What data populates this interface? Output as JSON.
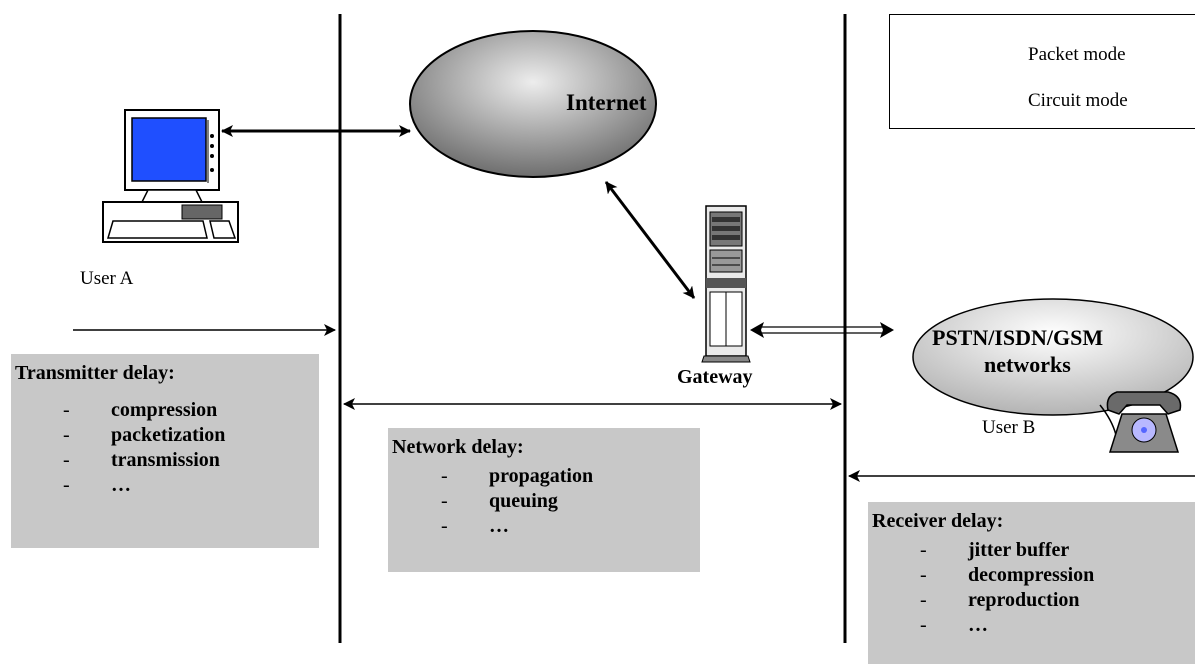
{
  "title": "",
  "nodes": {
    "internet": "Internet",
    "user_a": "User A",
    "gateway": "Gateway",
    "pstn_line1": "PSTN/ISDN/GSM",
    "pstn_line2": "networks",
    "user_b": "User B"
  },
  "legend": {
    "packet_mode": "Packet mode",
    "circuit_mode": "Circuit mode"
  },
  "transmitter_delay": {
    "title": "Transmitter delay:",
    "items": [
      "compression",
      "packetization",
      "transmission",
      "…"
    ]
  },
  "network_delay": {
    "title": "Network delay:",
    "items": [
      "propagation",
      "queuing",
      "…"
    ]
  },
  "receiver_delay": {
    "title": "Receiver delay:",
    "items": [
      "jitter buffer",
      "decompression",
      "reproduction",
      "…"
    ]
  },
  "dash": "-",
  "colors": {
    "delay_box": "#c8c8c8",
    "monitor_screen": "#1f4fff",
    "cloud_dark": "#6e6e6e",
    "cloud_light": "#ececec"
  }
}
